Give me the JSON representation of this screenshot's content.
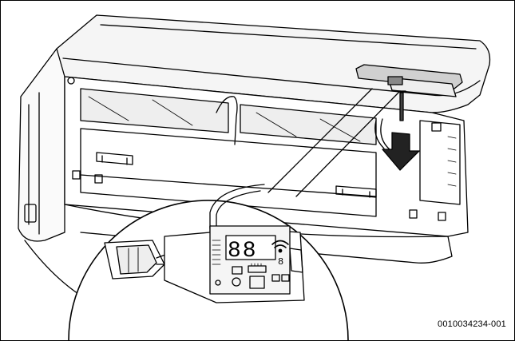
{
  "figure": {
    "drawing_id": "0010034234-001",
    "display_digits": "88",
    "display_small_digit": "8",
    "colors": {
      "line": "#000000",
      "arrow": "#222222",
      "panel_fill": "#eeeeee",
      "shadow_fill": "#d0d0d0",
      "background": "#ffffff"
    }
  }
}
